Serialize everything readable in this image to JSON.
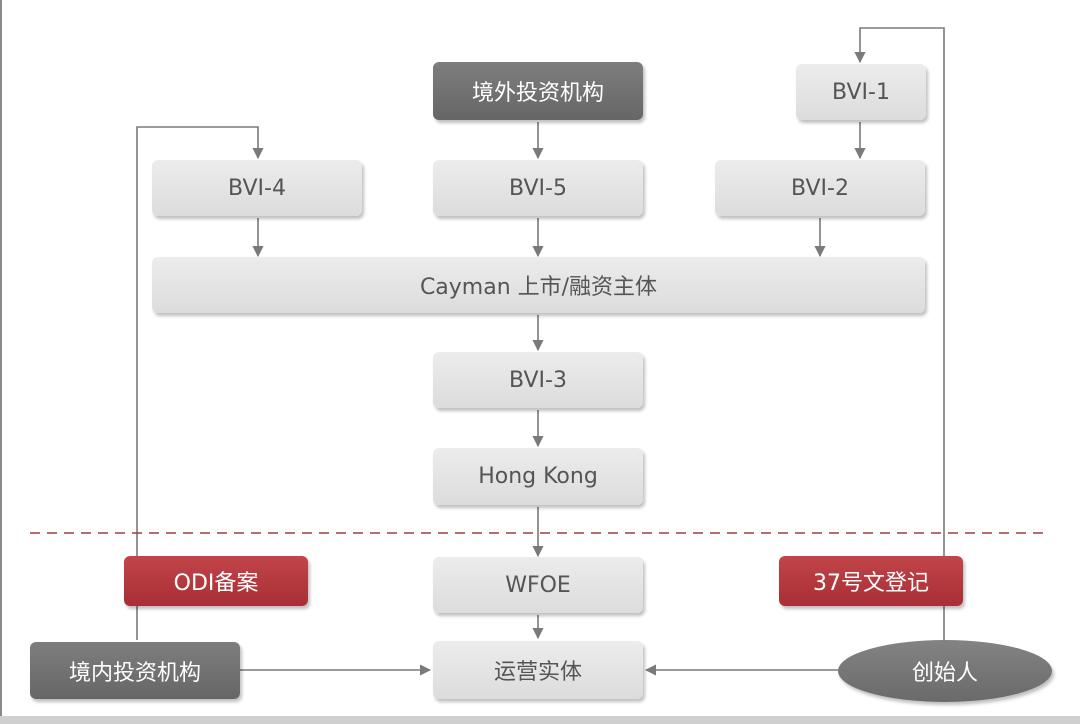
{
  "nodes": {
    "overseas_investor": "境外投资机构",
    "bvi1": "BVI-1",
    "bvi4": "BVI-4",
    "bvi5": "BVI-5",
    "bvi2": "BVI-2",
    "cayman": "Cayman  上市/融资主体",
    "bvi3": "BVI-3",
    "hongkong": "Hong Kong",
    "wfoe": "WFOE",
    "operating_entity": "运营实体",
    "domestic_investor": "境内投资机构",
    "founder": "创始人"
  },
  "badges": {
    "odi": "ODI备案",
    "circular37": "37号文登记"
  },
  "colors": {
    "box_light": "#dcdcdc",
    "box_dark": "#6a6a6a",
    "badge_red": "#a72f35",
    "divider": "#a33a3a",
    "line": "#7a7a7a"
  }
}
